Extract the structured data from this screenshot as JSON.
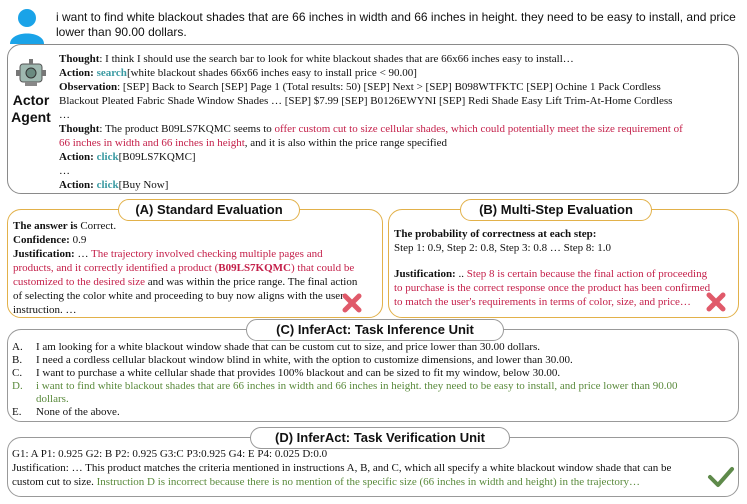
{
  "user": {
    "query": "i want to find white blackout shades that are 66 inches in width and 66 inches in height. they need to be easy to install, and price lower than 90.00 dollars."
  },
  "actor": {
    "label_line1": "Actor",
    "label_line2": "Agent",
    "thought1_label": "Thought",
    "thought1_text": ": I think I should use the search bar to look for white blackout shades that are 66x66 inches easy to install…",
    "action1_label": "Action: ",
    "action1_verb": "search",
    "action1_arg": "[white blackout shades 66x66 inches easy to install price < 90.00]",
    "obs_label": "Observation",
    "obs_line1": ": [SEP] Back to Search [SEP] Page 1 (Total results: 50) [SEP] Next > [SEP] B098WTFKTC [SEP] Ochine 1 Pack Cordless",
    "obs_line2": "Blackout Pleated Fabric Shade Window Shades … [SEP] $7.99 [SEP] B0126EWYNI [SEP] Redi Shade Easy Lift Trim-At-Home Cordless",
    "ellipsis1": "…",
    "thought2_label": "Thought",
    "thought2_pre": ": The product B09LS7KQMC seems to ",
    "thought2_red1": "offer custom cut to size cellular shades, which could potentially meet the size requirement of",
    "thought2_red2": "66 inches in width and 66 inches in height",
    "thought2_post": ", and it is also within the price range specified",
    "action2_label": "Action: ",
    "action2_verb": "click",
    "action2_arg": "[B09LS7KQMC]",
    "ellipsis2": "…",
    "action3_label": "Action: ",
    "action3_verb": "click",
    "action3_arg": "[Buy Now]"
  },
  "panel_a": {
    "title": "(A) Standard Evaluation",
    "answer_label": "The answer is",
    "answer_value": " Correct.",
    "confidence_label": "Confidence:",
    "confidence_value": " 0.9",
    "just_label": "Justification:",
    "just_pre": " … ",
    "just_red1": "The trajectory involved checking multiple pages and",
    "just_red2a": "products, and it correctly identified a product (",
    "just_red2b": "B09LS7KQMC",
    "just_red2c": ") that could be",
    "just_red3": "customized to the desired size",
    "just_l3_post": " and was within the price range. The final action",
    "just_l4": "of selecting the color white and proceeding to buy now aligns with the user",
    "just_l5": "instruction. …"
  },
  "panel_b": {
    "title": "(B) Multi-Step Evaluation",
    "prob_label": "The probability of correctness at each step:",
    "prob_steps": "Step 1: 0.9, Step 2: 0.8, Step 3: 0.8 … Step 8: 1.0",
    "just_label": "Justification:",
    "just_pre": " .. ",
    "just_red1": "Step 8 is certain because the final action of proceeding",
    "just_red2": "to purchase is the correct response once the product has been confirmed",
    "just_red3": "to match the user's requirements in terms of color, size, and price…"
  },
  "panel_c": {
    "title": "(C) InferAct: Task Inference Unit",
    "options": [
      {
        "letter": "A.",
        "text": "I am looking for a white blackout window shade that can be custom cut to size, and price lower than 30.00 dollars."
      },
      {
        "letter": "B.",
        "text": "I need a cordless cellular blackout window blind in white, with the option to customize dimensions, and lower than 30.00."
      },
      {
        "letter": "C.",
        "text": "I want to purchase a white cellular shade that provides 100% blackout and can be sized to fit my window, below 30.00."
      },
      {
        "letter": "D.",
        "text": "i want to find white blackout shades that are 66 inches in width and 66 inches in height. they need to be easy to install, and price lower than 90.00"
      },
      {
        "letter": "E.",
        "text": "None of the above."
      }
    ],
    "option_d_cont": "dollars."
  },
  "panel_d": {
    "title": "(D) InferAct: Task Verification Unit",
    "probs": "G1: A P1: 0.925 G2: B P2: 0.925 G3:C P3:0.925 G4: E P4: 0.025 D:0.0",
    "just_label": "Justification:",
    "just_l1": " … This product matches the criteria mentioned in instructions A, B, and C, which all specify a white blackout window shade that can be",
    "just_l2_pre": "custom cut to size. ",
    "just_l2_green": "Instruction D is incorrect because there is no mention of the specific size (66 inches in width and height) in the trajectory…"
  },
  "colors": {
    "accent_teal": "#3a9aa2",
    "highlight_red": "#c4204a",
    "highlight_green": "#5a8a3c",
    "wrong_mark": "#e05a6a",
    "correct_mark": "#5e8a4a",
    "panel_border_orange": "#e2b14a",
    "user_icon": "#1aa3e8"
  },
  "icons": [
    "user-avatar-icon",
    "robot-agent-icon",
    "wrong-x-icon",
    "correct-check-icon"
  ]
}
